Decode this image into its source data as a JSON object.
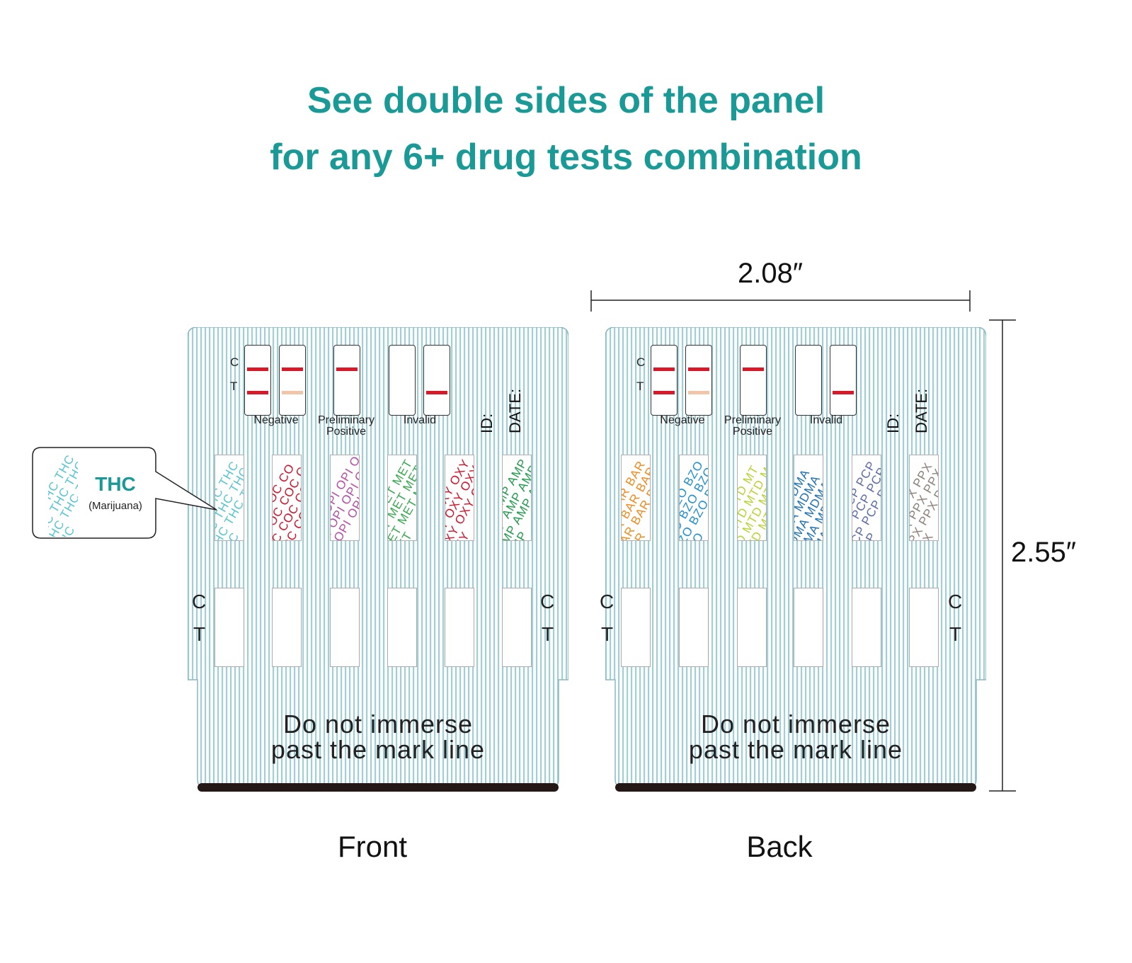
{
  "headline": {
    "line1": "See double sides of the panel",
    "line2": "for any 6+ drug tests combination",
    "color": "#1a9a97"
  },
  "result_key": {
    "c_label": "C",
    "t_label": "T",
    "labels": [
      "Negative",
      "Preliminary",
      "Positive",
      "Invalid"
    ],
    "line_color": "#d7192a",
    "faint_line_color": "#f2c4a8"
  },
  "fields": {
    "id": "ID:",
    "date": "DATE:"
  },
  "panels": [
    {
      "name": "front",
      "caption": "Front",
      "strips": [
        {
          "code": "THC",
          "color": "#54c5d0"
        },
        {
          "code": "COC",
          "color": "#d1122b"
        },
        {
          "code": "OPI",
          "color": "#b54ea6"
        },
        {
          "code": "MET",
          "color": "#36a84d"
        },
        {
          "code": "OXY",
          "color": "#d1122b"
        },
        {
          "code": "AMP",
          "color": "#1f9a4a"
        }
      ]
    },
    {
      "name": "back",
      "caption": "Back",
      "strips": [
        {
          "code": "BAR",
          "color": "#ef8a1e"
        },
        {
          "code": "BZO",
          "color": "#1e8fd0"
        },
        {
          "code": "MTD",
          "color": "#b9d231"
        },
        {
          "code": "MDMA",
          "color": "#1a6fb5"
        },
        {
          "code": "PCP",
          "color": "#5a6aa6"
        },
        {
          "code": "PPX",
          "color": "#8c7f78"
        }
      ]
    }
  ],
  "warning": {
    "line1": "Do not immerse",
    "line2": "past the mark line"
  },
  "callout": {
    "title": "THC",
    "subtitle": "(Marijuana)"
  },
  "dimensions": {
    "width": "2.08″",
    "height": "2.55″"
  }
}
